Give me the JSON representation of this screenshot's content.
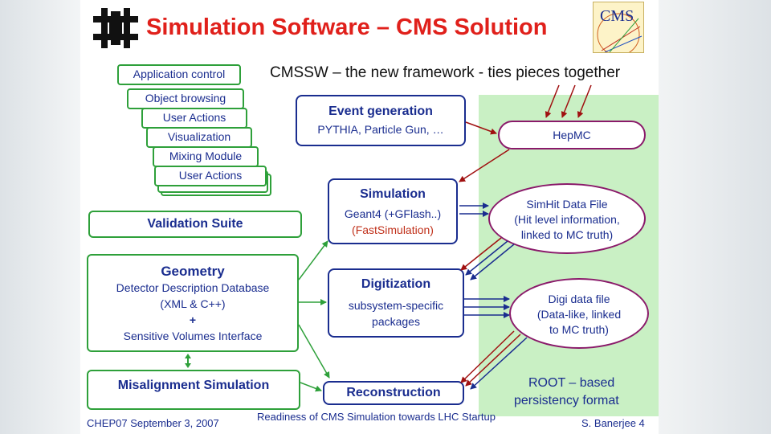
{
  "header": {
    "title": "Simulation Software – CMS Solution",
    "fermilab_logo_icon": "fermilab-logo-icon",
    "cms_logo_text": "CMS",
    "subtitle": "CMSSW – the new framework - ties pieces together"
  },
  "stack": [
    "Application control",
    "Object browsing",
    "User Actions",
    "Visualization",
    "Mixing Module",
    "User Actions"
  ],
  "left_boxes": {
    "validation": "Validation Suite",
    "geometry": {
      "title": "Geometry",
      "line1": "Detector Description Database",
      "line2": "(XML & C++)",
      "line3": "+",
      "line4": "Sensitive Volumes Interface"
    },
    "misalignment": "Misalignment Simulation"
  },
  "middle_boxes": {
    "event_generation": {
      "title": "Event generation",
      "text": "PYTHIA, Particle Gun, …"
    },
    "simulation": {
      "title": "Simulation",
      "text": "Geant4 (+GFlash..)",
      "text2": "(FastSimulation)"
    },
    "digitization": {
      "title": "Digitization",
      "text1": "subsystem-specific",
      "text2": "packages"
    },
    "reconstruction": {
      "title": "Reconstruction"
    }
  },
  "right_ellipses": {
    "hepmc": "HepMC",
    "simhit": {
      "l1": "SimHit Data File",
      "l2": "(Hit level information,",
      "l3": "linked to MC truth)"
    },
    "digi": {
      "l1": "Digi data file",
      "l2": "(Data-like, linked",
      "l3": "to MC truth)"
    }
  },
  "root_label": {
    "l1": "ROOT – based",
    "l2": "persistency format"
  },
  "footer": {
    "left": "CHEP07 September 3, 2007",
    "center": "Readiness of CMS Simulation towards LHC Startup",
    "right": "S. Banerjee 4"
  },
  "colors": {
    "title_red": "#e0201b",
    "green": "#2ea03a",
    "navy": "#1a2d8f",
    "dark_red": "#a01010",
    "panel": "#c9f0c4"
  }
}
